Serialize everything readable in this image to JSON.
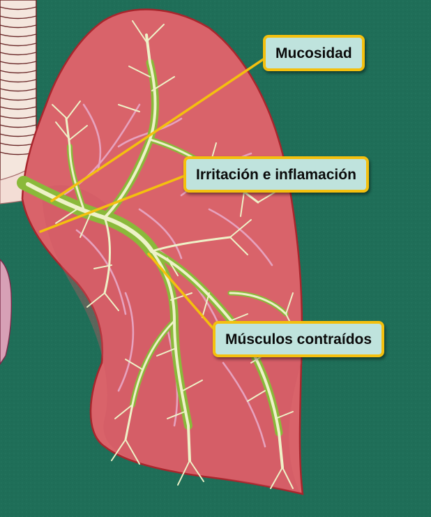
{
  "labels": {
    "mucus": "Mucosidad",
    "irritation": "Irritación e inflamación",
    "muscles": "Músculos contraídos"
  },
  "colors": {
    "background": "#1f6e58",
    "lung_fill": "#d9636a",
    "lung_outline": "#a8252c",
    "bronchi_green": "#8ab93a",
    "bronchi_pale": "#eef2c8",
    "vessels_pink": "#e7a6c3",
    "callout_fill": "#bfe3dd",
    "callout_border": "#f4c00e",
    "leader_line": "#f4c00e"
  }
}
